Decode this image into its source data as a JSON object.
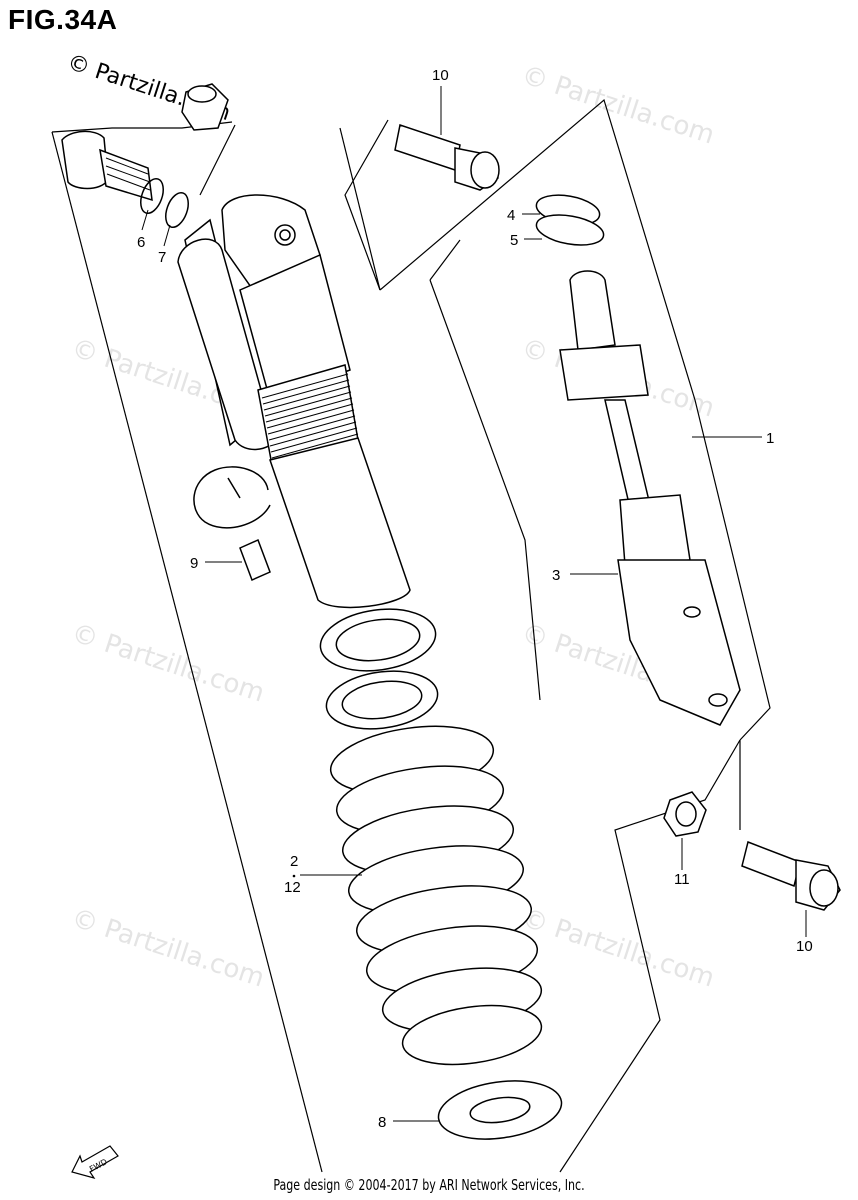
{
  "figure": {
    "title": "FIG.34A"
  },
  "watermark": {
    "text": "© Partzilla.com"
  },
  "callouts": [
    {
      "id": "c10a",
      "label": "10"
    },
    {
      "id": "c4",
      "label": "4"
    },
    {
      "id": "c5",
      "label": "5"
    },
    {
      "id": "c6",
      "label": "6"
    },
    {
      "id": "c7",
      "label": "7"
    },
    {
      "id": "c1",
      "label": "1"
    },
    {
      "id": "c9",
      "label": "9"
    },
    {
      "id": "c3",
      "label": "3"
    },
    {
      "id": "c2",
      "label": "2"
    },
    {
      "id": "c12",
      "label": "12"
    },
    {
      "id": "c11",
      "label": "11"
    },
    {
      "id": "c10b",
      "label": "10"
    },
    {
      "id": "c8",
      "label": "8"
    }
  ],
  "fwd_badge": {
    "label": "FWD"
  },
  "footer": {
    "text": "Page design © 2004-2017 by ARI Network Services, Inc."
  }
}
